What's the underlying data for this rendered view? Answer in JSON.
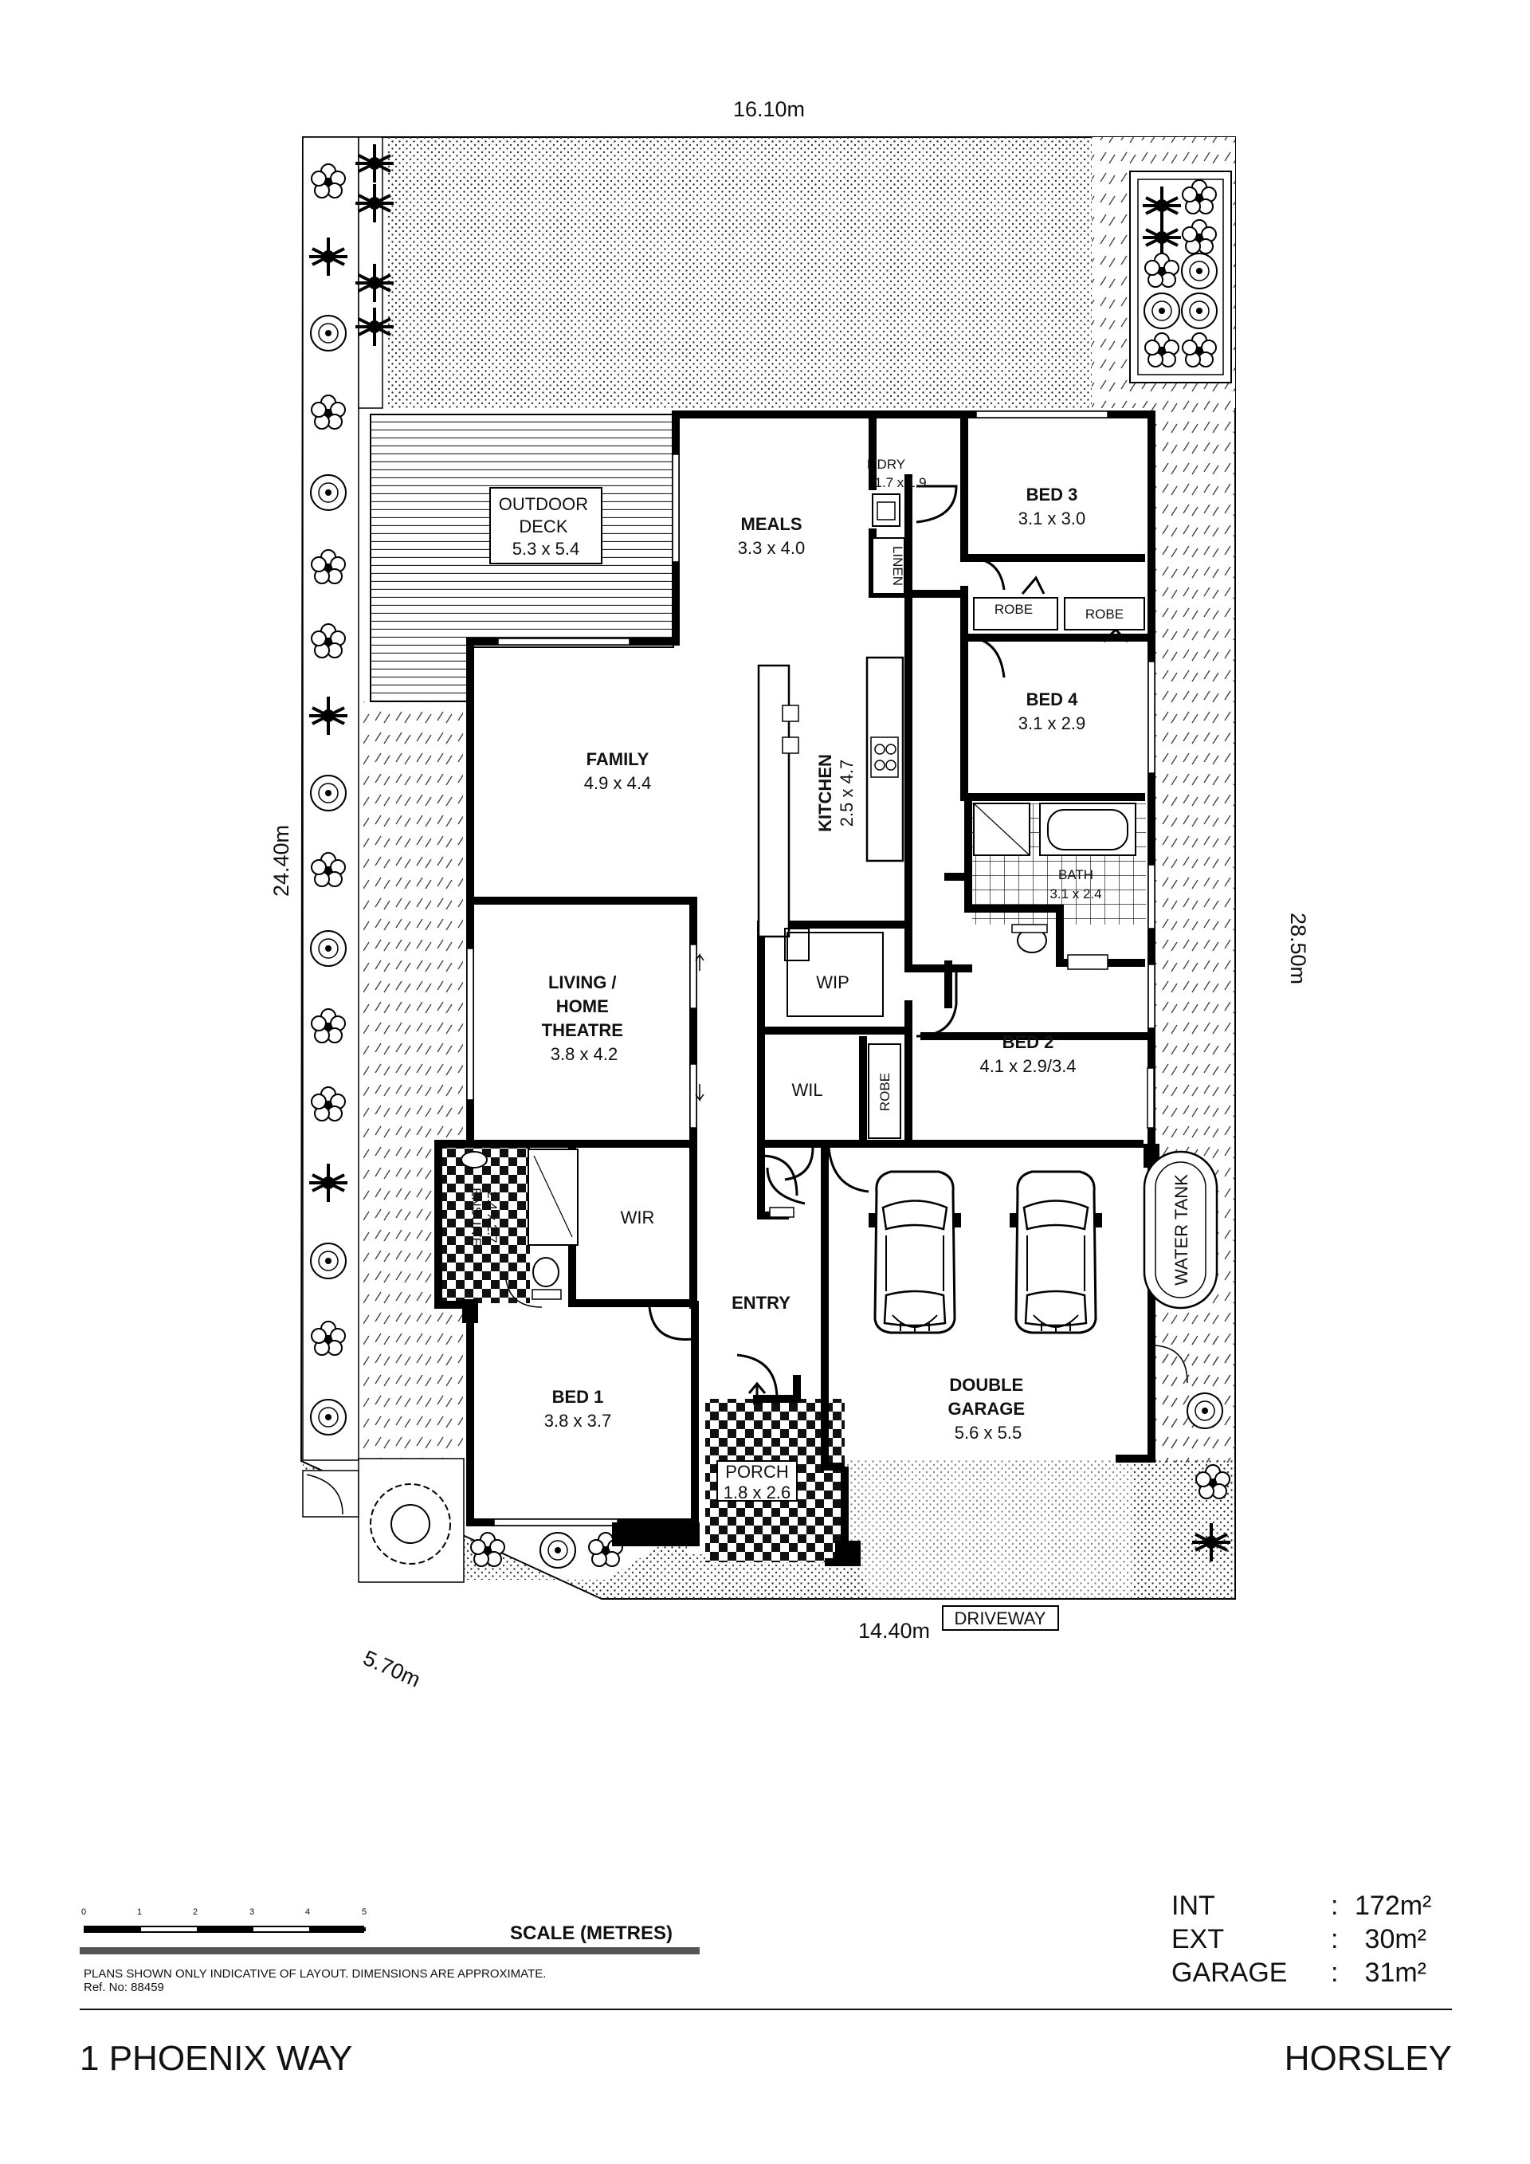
{
  "dimensions": {
    "top": "16.10m",
    "left": "24.40m",
    "right": "28.50m",
    "diagonal": "5.70m",
    "bottom": "14.40m"
  },
  "rooms": {
    "outdoor_deck": {
      "line1": "OUTDOOR",
      "line2": "DECK",
      "dims": "5.3 x 5.4"
    },
    "meals": {
      "name": "MEALS",
      "dims": "3.3 x 4.0"
    },
    "laundry": {
      "name": "L'DRY",
      "dims": "1.7 x 1.9"
    },
    "linen": "LINEN",
    "bed3": {
      "name": "BED 3",
      "dims": "3.1 x 3.0"
    },
    "robe_a": "ROBE",
    "robe_b": "ROBE",
    "bed4": {
      "name": "BED 4",
      "dims": "3.1 x 2.9"
    },
    "family": {
      "name": "FAMILY",
      "dims": "4.9 x 4.4"
    },
    "kitchen": {
      "name": "KITCHEN",
      "dims": "2.5 x 4.7"
    },
    "bath": {
      "name": "BATH",
      "dims": "3.1 x 2.4"
    },
    "living": {
      "line1": "LIVING /",
      "line2": "HOME",
      "line3": "THEATRE",
      "dims": "3.8 x 4.2"
    },
    "wip": "WIP",
    "wil": "WIL",
    "robe_c": "ROBE",
    "bed2": {
      "name": "BED 2",
      "dims": "4.1 x 2.9/3.4"
    },
    "ensuite": {
      "name": "ENSUITE",
      "dims": "2.4 x 2.7"
    },
    "wir": "WIR",
    "entry": "ENTRY",
    "water_tank": "WATER TANK",
    "bed1": {
      "name": "BED 1",
      "dims": "3.8 x 3.7"
    },
    "garage": {
      "line1": "DOUBLE",
      "line2": "GARAGE",
      "dims": "5.6 x 5.5"
    },
    "porch": {
      "name": "PORCH",
      "dims": "1.8 x 2.6"
    },
    "driveway": "DRIVEWAY"
  },
  "scale": {
    "ticks": [
      "0",
      "1",
      "2",
      "3",
      "4",
      "5"
    ],
    "title": "SCALE (METRES)"
  },
  "disclaimer": {
    "line1": "PLANS SHOWN ONLY INDICATIVE OF LAYOUT.  DIMENSIONS ARE APPROXIMATE.",
    "line2": "Ref. No: 88459"
  },
  "areas": [
    {
      "label": "INT",
      "value": "172m²"
    },
    {
      "label": "EXT",
      "value": "30m²"
    },
    {
      "label": "GARAGE",
      "value": "31m²"
    }
  ],
  "areas_separator": ":",
  "address": "1 PHOENIX WAY",
  "suburb": "HORSLEY"
}
